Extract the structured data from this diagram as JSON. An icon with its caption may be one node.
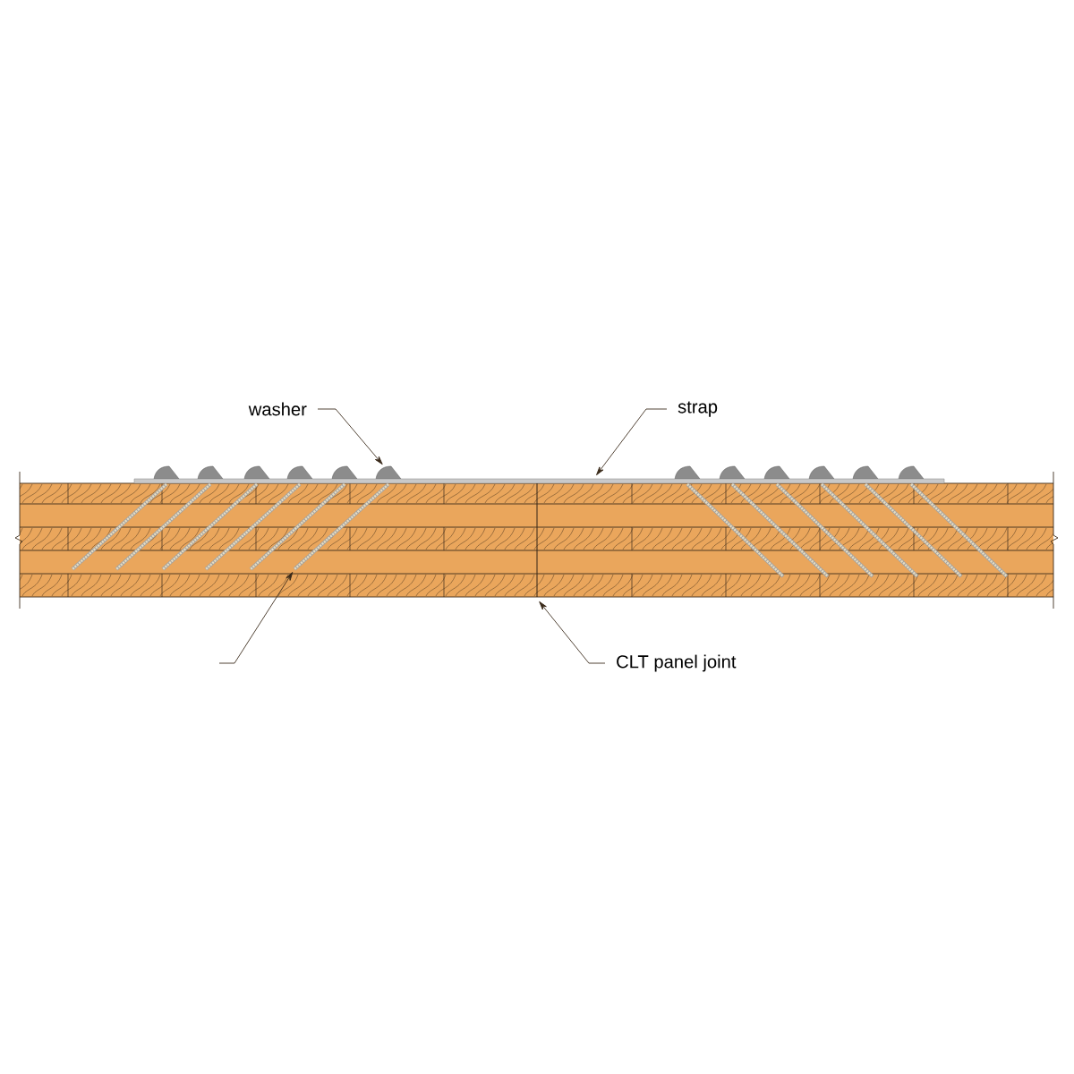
{
  "diagram": {
    "nodes": [
      {
        "text": [
          "washer"
        ]
      },
      {
        "text": [
          "strap"
        ]
      },
      {
        "text": [
          "CLT panel joint"
        ]
      },
      {
        "text": [],
        "shape": "picture"
      },
      {
        "text": [],
        "shape": "picture"
      },
      {
        "text": [],
        "shape": "picture"
      },
      {
        "text": [],
        "shape": "picture"
      },
      {
        "text": [],
        "shape": "picture"
      },
      {
        "text": [],
        "shape": "picture"
      },
      {
        "text": [],
        "shape": "picture"
      },
      {
        "text": [],
        "shape": "picture"
      },
      {
        "text": [],
        "shape": "picture"
      },
      {
        "text": [],
        "shape": "picture"
      },
      {
        "text": [],
        "shape": "picture"
      },
      {
        "text": [],
        "shape": "picture"
      },
      {
        "text": [],
        "shape": "picture"
      },
      {
        "text": [],
        "shape": "picture"
      },
      {
        "text": [],
        "shape": "picture"
      }
    ],
    "edges": [
      {
        "from": 0,
        "to": 9,
        "arrow": "to"
      },
      {
        "from": 1,
        "to": 16,
        "arrow": "to"
      },
      {
        "from": null,
        "to": 3,
        "arrow": "to"
      },
      {
        "from": 2,
        "to": 17,
        "arrow": "to"
      }
    ]
  }
}
